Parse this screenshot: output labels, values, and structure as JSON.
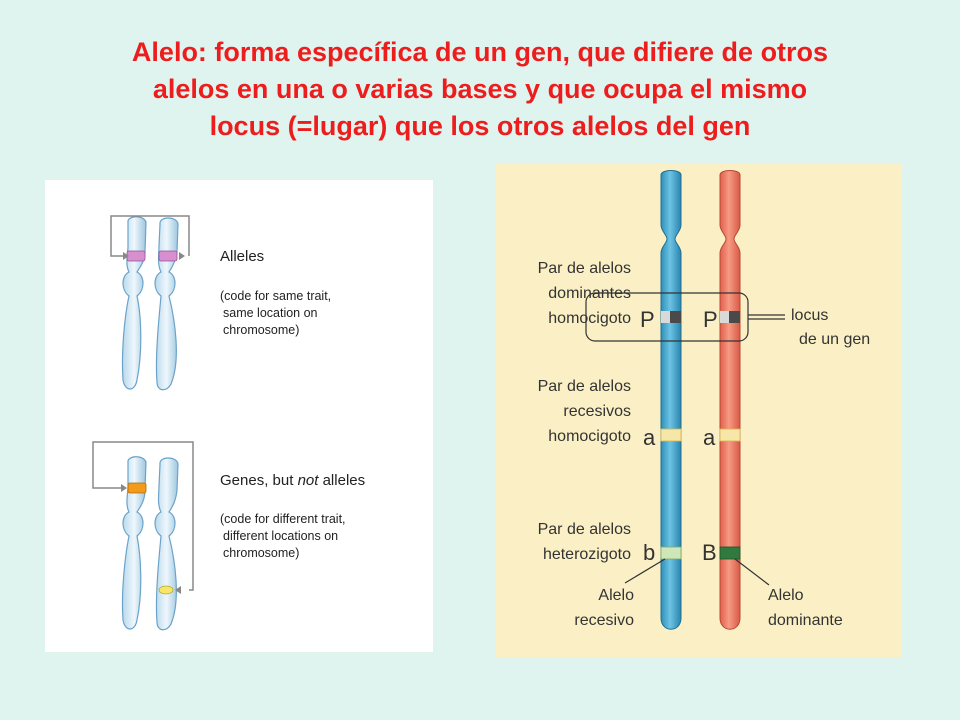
{
  "title": {
    "line1": "Alelo: forma específica de un gen, que difiere de otros",
    "line2": "alelos en una o varias bases y que ocupa el mismo",
    "line3": "locus (=lugar) que los otros alelos del gen"
  },
  "left_panel": {
    "alleles": {
      "heading": "Alleles",
      "desc1": "(code for same trait,",
      "desc2": "same location on",
      "desc3": "chromosome)"
    },
    "genes": {
      "heading_pre": "Genes, but ",
      "heading_em": "not",
      "heading_post": " alleles",
      "desc1": "(code for different trait,",
      "desc2": "different locations on",
      "desc3": "chromosome)"
    }
  },
  "right_panel": {
    "pair_dominant": [
      "Par de alelos",
      "dominantes",
      "homocigoto"
    ],
    "pair_recessive": [
      "Par de alelos",
      "recesivos",
      "homocigoto"
    ],
    "pair_hetero": [
      "Par de alelos",
      "heterozigoto"
    ],
    "locus_label": [
      "locus",
      "de un gen"
    ],
    "allele_recessive": [
      "Alelo",
      "recesivo"
    ],
    "allele_dominant": [
      "Alelo",
      "dominante"
    ],
    "letters": {
      "P_left": "P",
      "P_right": "P",
      "a_left": "a",
      "a_right": "a",
      "b_left": "b",
      "B_right": "B"
    }
  },
  "colors": {
    "title": "#ee1d1d",
    "chromosome_blue": "#3fa9cf",
    "chromosome_red": "#ee7a62",
    "band_magenta": "#d88fd0",
    "band_orange": "#f29a1a",
    "band_yellow": "#f6e76a",
    "band_dark_green": "#2f7a3c",
    "band_light_green": "#cfe6b8"
  }
}
